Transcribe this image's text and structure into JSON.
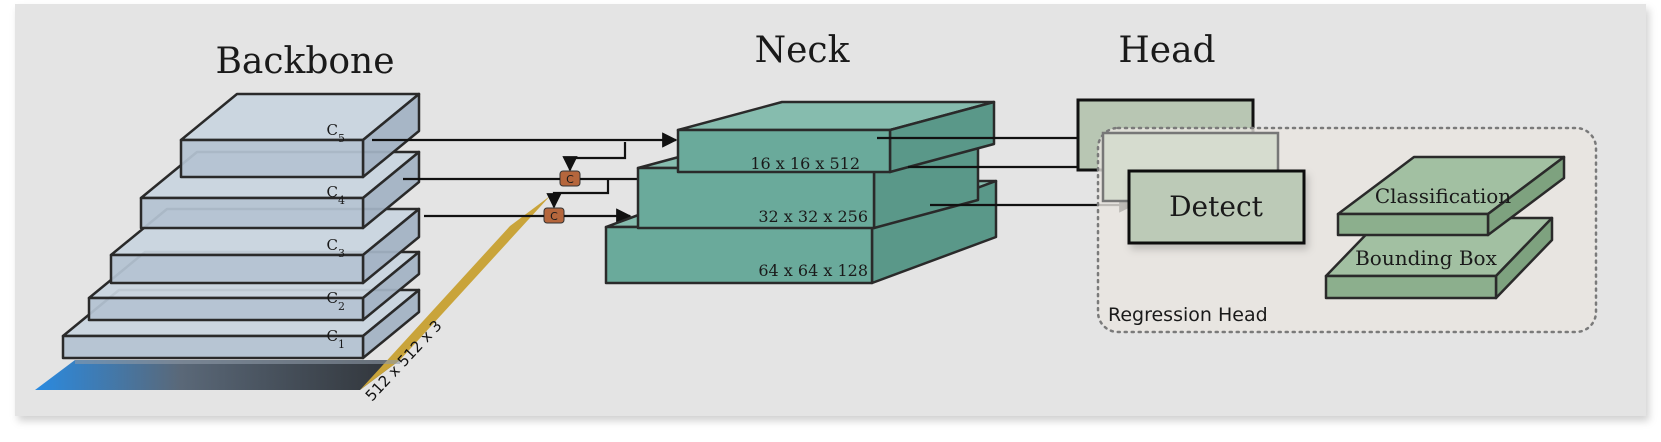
{
  "sections": {
    "backbone": "Backbone",
    "neck": "Neck",
    "head": "Head"
  },
  "backbone": {
    "input_size": "512 x 512 x 3",
    "layers": [
      {
        "label": "C",
        "sub": "1"
      },
      {
        "label": "C",
        "sub": "2"
      },
      {
        "label": "C",
        "sub": "3"
      },
      {
        "label": "C",
        "sub": "4"
      },
      {
        "label": "C",
        "sub": "5"
      }
    ]
  },
  "concat": {
    "symbol": "C"
  },
  "neck": {
    "levels": [
      {
        "dims": "16 x 16 x 512"
      },
      {
        "dims": "32 x 32 x 256"
      },
      {
        "dims": "64 x 64 x 128"
      }
    ]
  },
  "head": {
    "detect": "Detect",
    "regression_head": "Regression Head",
    "classification": "Classification",
    "bounding_box": "Bounding Box"
  },
  "colors": {
    "backbone_front": "#b4c3d2",
    "backbone_top": "#c9d5e0",
    "backbone_side": "#a3b3c4",
    "neck_front": "#6aaa9b",
    "neck_top": "#86bcae",
    "neck_side": "#5a9889",
    "head_box": "#bccab7",
    "head_block_front": "#8caf8d",
    "head_block_top": "#a2c0a2",
    "concat": "#b5663c"
  }
}
